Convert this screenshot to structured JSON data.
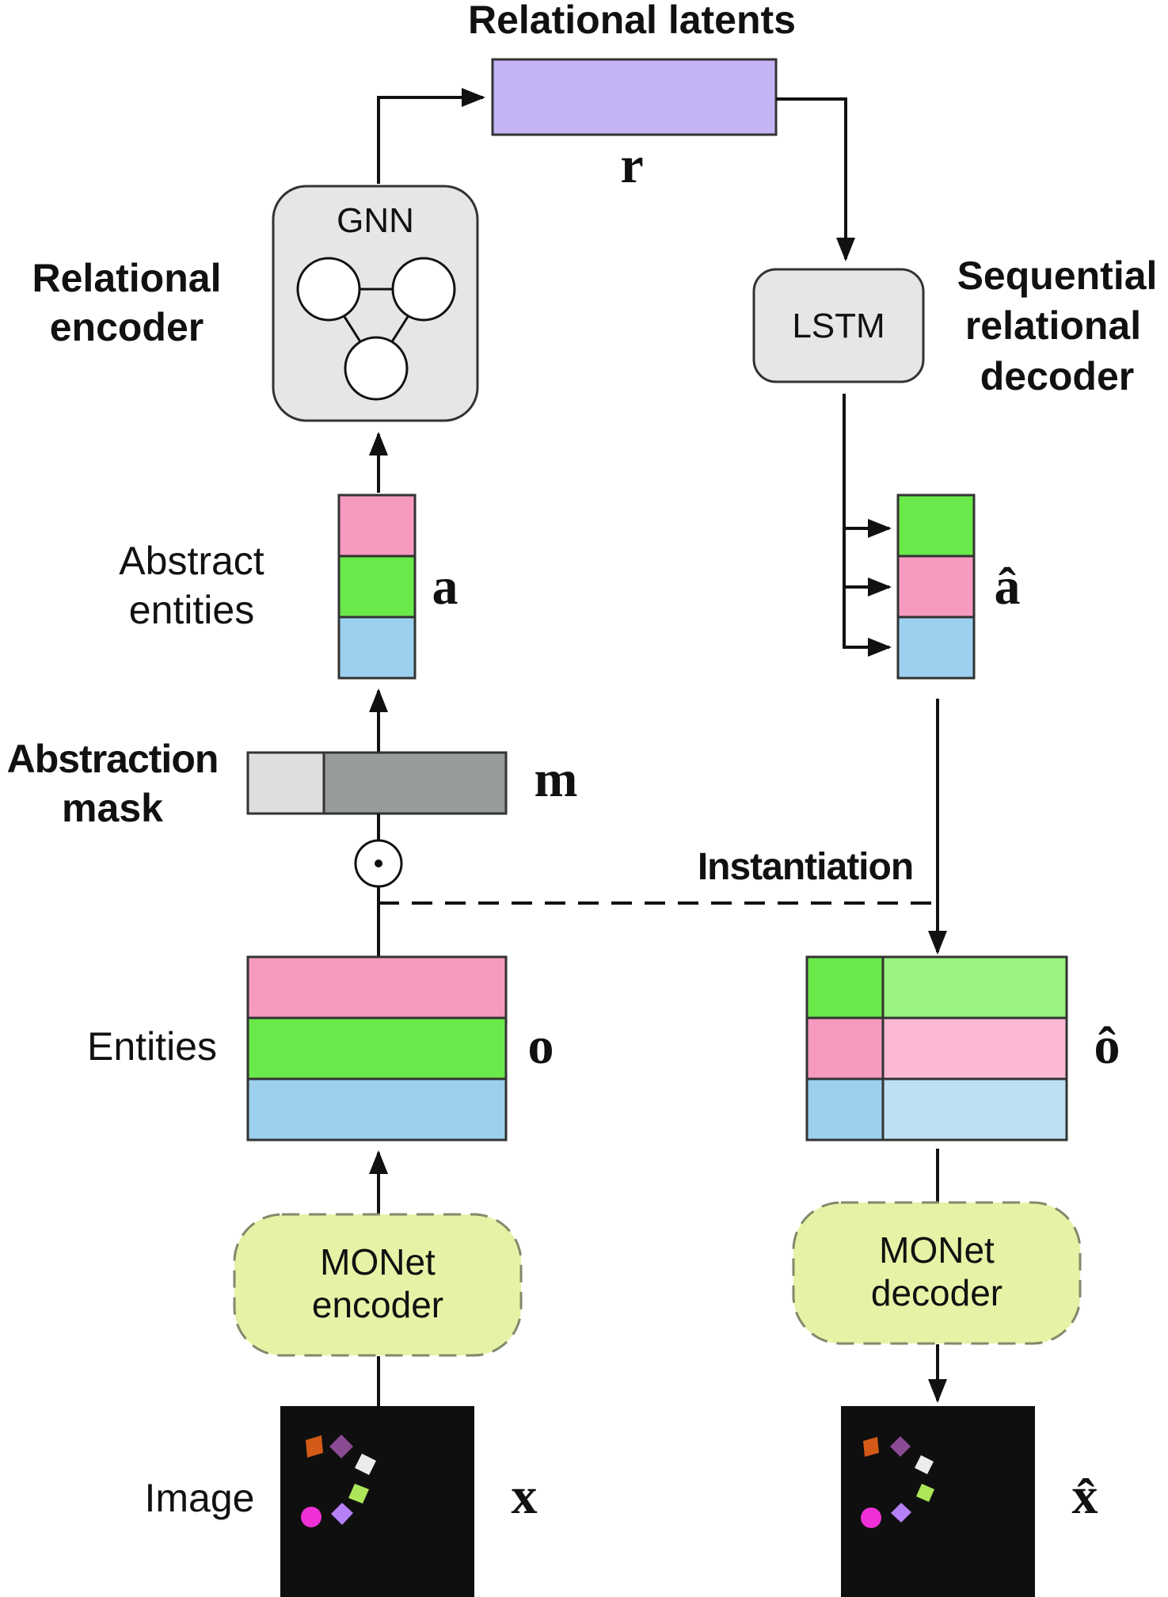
{
  "labels": {
    "relational_latents": "Relational latents",
    "r": "r",
    "gnn": "GNN",
    "lstm": "LSTM",
    "relational_encoder_1": "Relational",
    "relational_encoder_2": "encoder",
    "sequential_1": "Sequential",
    "sequential_2": "relational",
    "sequential_3": "decoder",
    "abstract_entities_1": "Abstract",
    "abstract_entities_2": "entities",
    "a": "a",
    "a_hat": "â",
    "abstraction_mask_1": "Abstraction",
    "abstraction_mask_2": "mask",
    "m": "m",
    "odot": "⊙",
    "instantiation": "Instantiation",
    "entities": "Entities",
    "o": "o",
    "o_hat": "ô",
    "monet_encoder_1": "MONet",
    "monet_encoder_2": "encoder",
    "monet_decoder_1": "MONet",
    "monet_decoder_2": "decoder",
    "image": "Image",
    "x": "x",
    "x_hat": "x̂"
  },
  "colors": {
    "pink": "#f79ac0",
    "green": "#6aea4a",
    "blue": "#9cd0ee",
    "light_pink": "#fbb9d5",
    "light_green": "#9af37f",
    "light_blue": "#bde0f3",
    "purple": "#c5b4f4",
    "gray_box": "#e6e6e6",
    "mask_light": "#dedede",
    "mask_dark": "#979b9a",
    "monet_fill": "#e6f3a6",
    "image_bg": "#0f0f0f"
  }
}
